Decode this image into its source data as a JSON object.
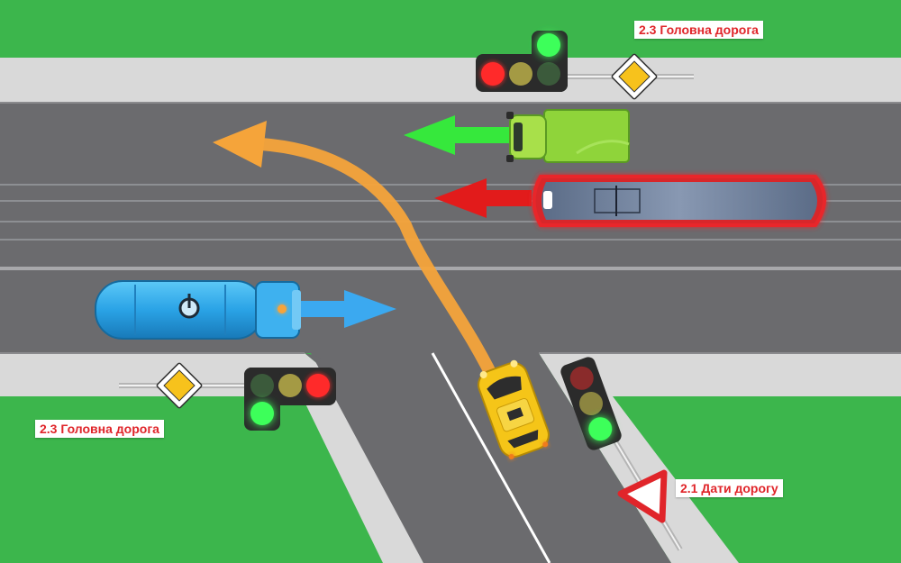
{
  "colors": {
    "grass": "#3cb64c",
    "road": "#6b6b6e",
    "sidewalk": "#d9d9d9",
    "arrow_truck": "#36e83c",
    "arrow_tram": "#e21b1b",
    "arrow_tanker": "#3ba9f0",
    "arrow_taxi_path": "#f5a43a",
    "light_red": "#ff2a2a",
    "light_green": "#3cff5a"
  },
  "signs": {
    "top_main_road": {
      "label": "2.3 Головна дорога",
      "icon": "main-road-diamond-icon"
    },
    "left_main_road": {
      "label": "2.3 Головна дорога",
      "icon": "main-road-diamond-icon"
    },
    "right_give_way": {
      "label": "2.1 Дати дорогу",
      "icon": "give-way-triangle-icon"
    }
  },
  "traffic_lights": {
    "top": "green",
    "left": "green",
    "right": "green"
  },
  "vehicles": {
    "truck": {
      "color": "#8fd43a",
      "direction": "left"
    },
    "tram": {
      "color": "#d8262b",
      "direction": "left"
    },
    "tanker": {
      "color": "#29a6ea",
      "direction": "right"
    },
    "taxi": {
      "color": "#f5c518",
      "direction": "turn-left"
    }
  }
}
